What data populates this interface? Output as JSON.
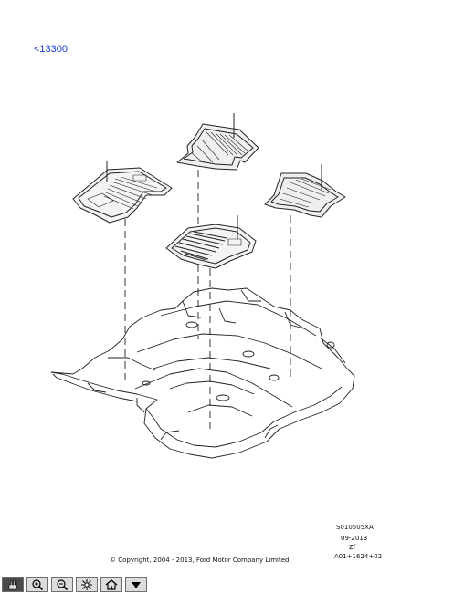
{
  "nav": {
    "back_link": "<13300"
  },
  "figure": {
    "ref_code": "S010505XA",
    "ref_date": "09-2013",
    "ref_zf": "Zf",
    "ref_part": "A01+1624+02",
    "copyright": "© Copyright, 2004 - 2013, Ford Motor Company Limited"
  },
  "toolbar": {
    "buttons": [
      {
        "name": "pan-tool-button",
        "icon": "pan-icon",
        "active": true
      },
      {
        "name": "zoom-in-button",
        "icon": "zoom-in-icon"
      },
      {
        "name": "zoom-out-button",
        "icon": "zoom-out-icon"
      },
      {
        "name": "fit-to-window-button",
        "icon": "fit-icon"
      },
      {
        "name": "home-button",
        "icon": "home-icon"
      },
      {
        "name": "menu-dropdown-button",
        "icon": "triangle-down-icon"
      }
    ]
  },
  "colors": {
    "link": "#1a3ccc",
    "line": "#222222",
    "toolbar_bg": "#dcdcdc"
  }
}
